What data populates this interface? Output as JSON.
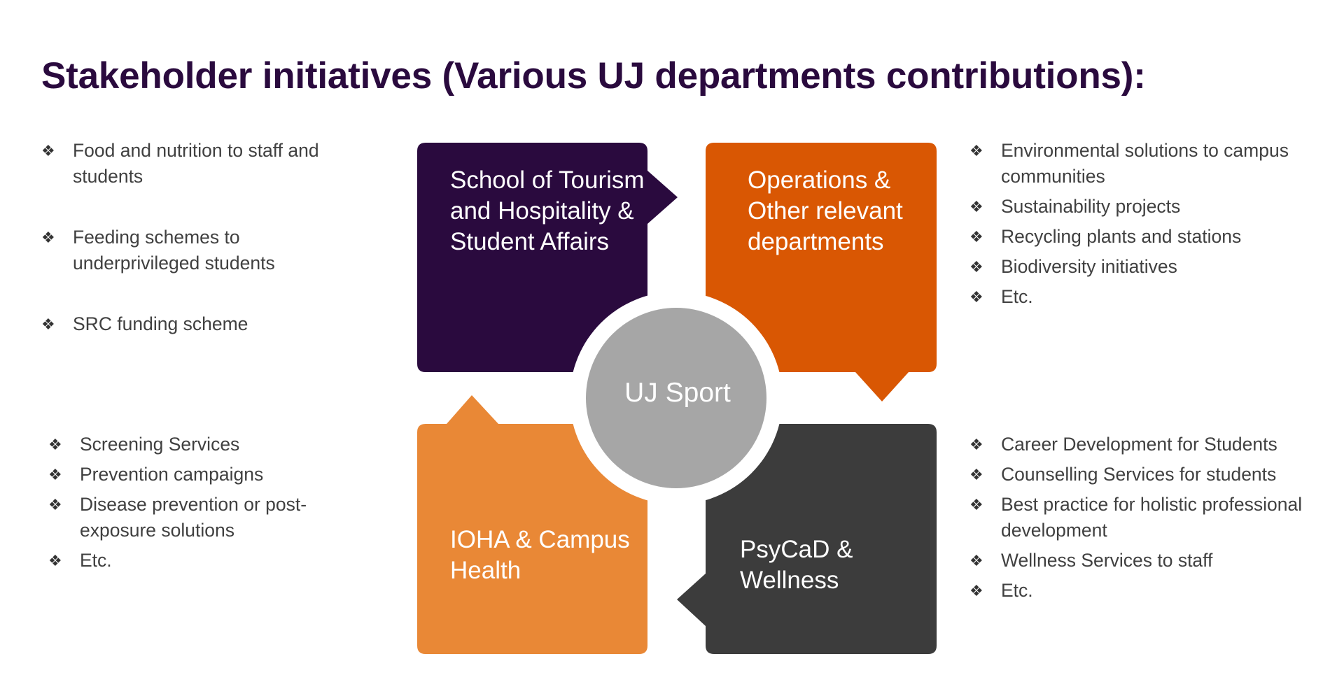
{
  "title": "Stakeholder initiatives (Various UJ departments contributions):",
  "colors": {
    "title": "#2a0a3e",
    "box_top_left": "#2a0a3e",
    "box_top_right": "#d95703",
    "box_bottom_left": "#e98836",
    "box_bottom_right": "#3c3c3c",
    "center_circle": "#a6a6a6",
    "text": "#404040"
  },
  "bullet_glyph": "❖",
  "diagram": {
    "center": "UJ Sport",
    "top_left": "School of Tourism and Hospitality & Student Affairs",
    "top_right": "Operations & Other relevant departments",
    "bottom_left": "IOHA & Campus Health",
    "bottom_right": "PsyCaD & Wellness"
  },
  "lists": {
    "left_top": [
      "Food and nutrition to staff and students",
      "Feeding schemes to underprivileged students",
      "SRC funding scheme"
    ],
    "left_bottom": [
      "Screening Services",
      "Prevention campaigns",
      "Disease prevention or post-exposure solutions",
      "Etc."
    ],
    "right_top": [
      "Environmental solutions to campus communities",
      "Sustainability projects",
      "Recycling plants and stations",
      "Biodiversity initiatives",
      "Etc."
    ],
    "right_bottom": [
      "Career Development for Students",
      "Counselling Services  for students",
      "Best practice for holistic professional development",
      "Wellness Services to staff",
      "Etc."
    ]
  }
}
